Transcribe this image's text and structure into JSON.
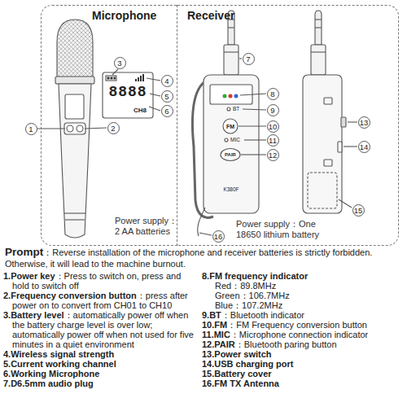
{
  "diagram": {
    "nodes": [
      {
        "text": [
          "Microphone",
          "Power supply：2 AA batteries"
        ]
      },
      {
        "text": [
          "Receiver",
          "Power supply：One 18650 lithium battery"
        ]
      }
    ],
    "labels": [
      "1",
      "2",
      "3",
      "4",
      "5",
      "6",
      "7",
      "8",
      "9",
      "10",
      "11",
      "12",
      "13",
      "14",
      "15",
      "16",
      "8888",
      "CH8",
      "BT",
      "FM",
      "MIC",
      "PAIR",
      "K380F",
      "Prompt",
      "：Reverse installation of the microphone and receiver batteries is strictly forbidden. Otherwise, it will lead to the machine burnout.",
      "1.Power key",
      "：Press to switch on, press and hold to switch off",
      "2.Frequency conversion button",
      "：press after power on to convert from CH01 to CH10",
      "3.Battery level",
      "：automatically power off when the battery charge level is over low; automatically power off when not used for five minutes in a quiet environment",
      "4.Wireless signal strength",
      "5.Current working channel",
      "6.Working Microphone",
      "7.D6.5mm audio plug",
      "8.FM frequency indicator",
      "Red：89.8MHz",
      "Green：106.7MHz",
      "Blue：107.2MHz",
      "9.BT",
      "：Bluetooth indicator",
      "10.FM",
      "：FM Frequency conversion button",
      "11.MIC",
      "：Microphone connection indicator",
      "12.PAIR",
      "：Bluetooth paring button",
      "13.Power switch",
      "14.USB charging port",
      "15.Battery cover",
      "16.FM TX Antenna"
    ]
  }
}
